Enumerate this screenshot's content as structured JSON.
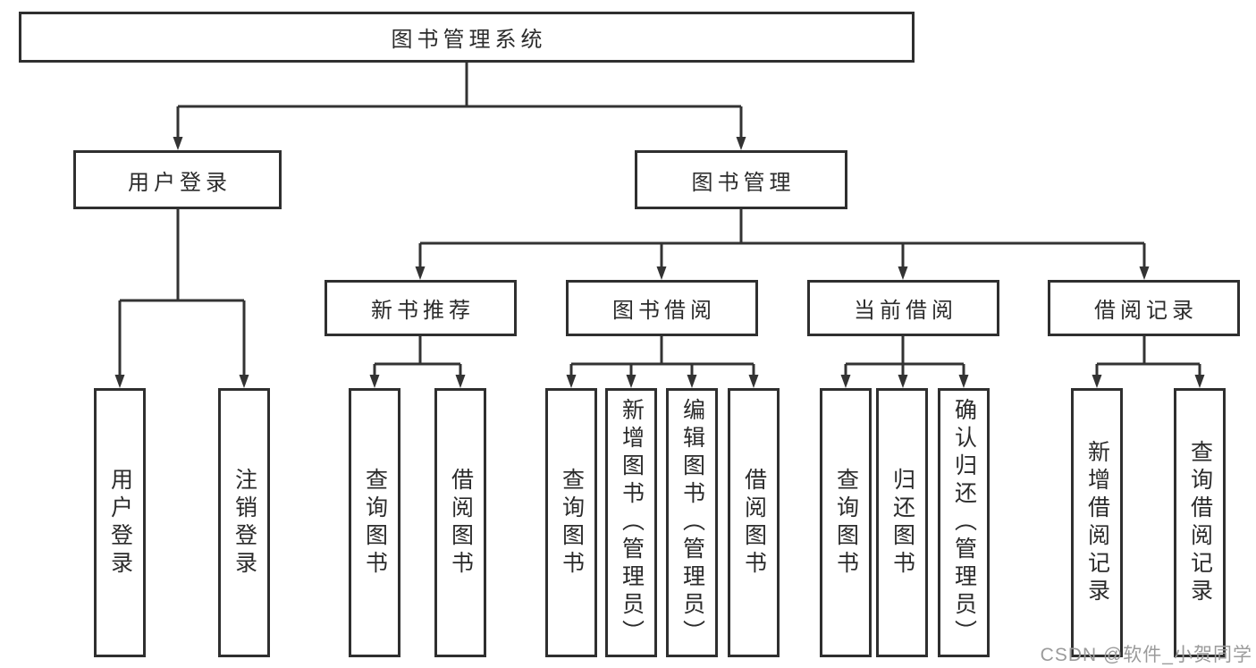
{
  "colors": {
    "line": "#333333",
    "box_border": "#2f2f2f",
    "text": "#2b2b2b",
    "watermark": "#9b9b9b",
    "background": "#ffffff"
  },
  "tree": {
    "root": "图书管理系统",
    "branches": [
      {
        "label": "用户登录",
        "children": [
          "用户登录",
          "注销登录"
        ]
      },
      {
        "label": "图书管理",
        "groups": [
          {
            "label": "新书推荐",
            "children": [
              "查询图书",
              "借阅图书"
            ]
          },
          {
            "label": "图书借阅",
            "children": [
              "查询图书",
              "新增图书（管理员）",
              "编辑图书（管理员）",
              "借阅图书"
            ]
          },
          {
            "label": "当前借阅",
            "children": [
              "查询图书",
              "归还图书",
              "确认归还（管理员）"
            ]
          },
          {
            "label": "借阅记录",
            "children": [
              "新增借阅记录",
              "查询借阅记录"
            ]
          }
        ]
      }
    ]
  },
  "watermark": "CSDN @软件_小贺同学"
}
